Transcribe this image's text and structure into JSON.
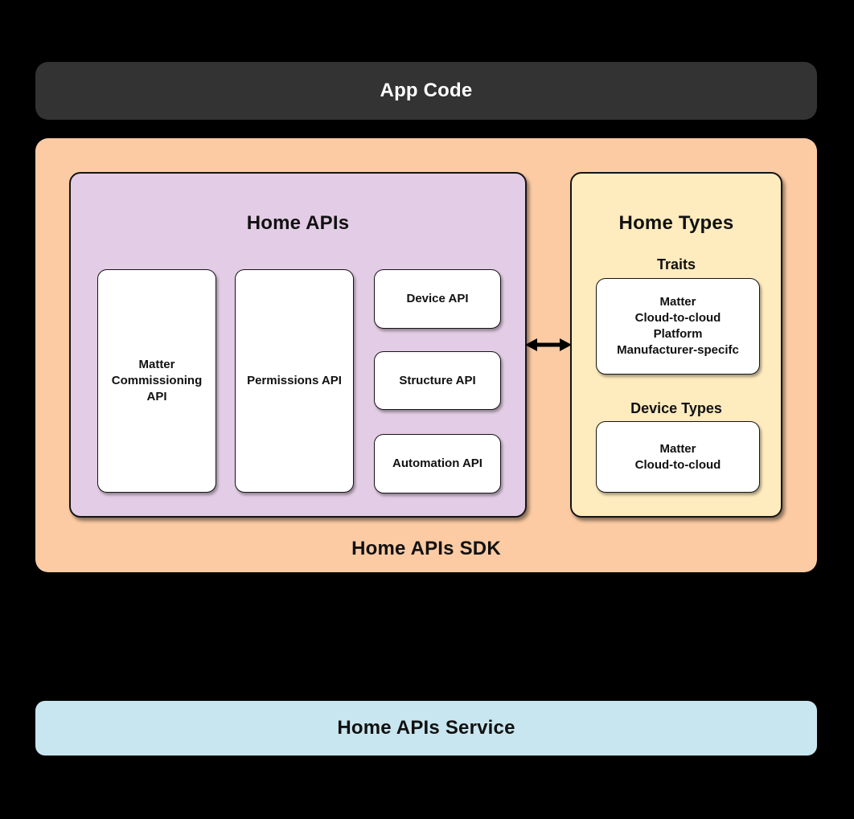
{
  "diagram": {
    "app_code": {
      "label": "App Code"
    },
    "sdk": {
      "label": "Home APIs SDK",
      "home_apis": {
        "title": "Home APIs",
        "boxes": {
          "matter_commissioning": "Matter Commissioning API",
          "permissions": "Permissions API",
          "device": "Device API",
          "structure": "Structure API",
          "automation": "Automation API"
        }
      },
      "home_types": {
        "title": "Home Types",
        "traits": {
          "heading": "Traits",
          "items": [
            "Matter",
            "Cloud-to-cloud",
            "Platform",
            "Manufacturer-specifc"
          ]
        },
        "device_types": {
          "heading": "Device Types",
          "items": [
            "Matter",
            "Cloud-to-cloud"
          ]
        }
      },
      "arrow": {
        "type": "bidirectional",
        "color": "#000000"
      }
    },
    "service": {
      "label": "Home APIs Service"
    }
  },
  "colors": {
    "page_background": "#000000",
    "app_code_bg": "#333333",
    "app_code_text": "#ffffff",
    "sdk_bg": "#fccba3",
    "home_apis_bg": "#e3cce5",
    "home_types_bg": "#feebbe",
    "white_box_bg": "#ffffff",
    "service_bg": "#c8e6ef",
    "border": "#141414",
    "text": "#111111"
  }
}
